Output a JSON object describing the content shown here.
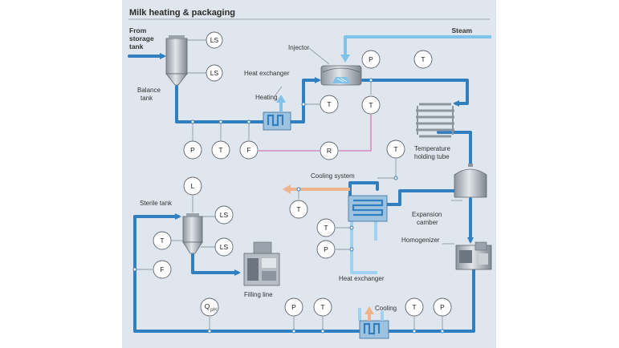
{
  "title": "Milk heating & packaging",
  "labels": {
    "from_storage": [
      "From",
      "storage",
      "tank"
    ],
    "steam": "Steam",
    "balance_tank": [
      "Balance",
      "tank"
    ],
    "heat_exchanger_top": "Heat exchanger",
    "heating": "Heating",
    "injector": "Injector",
    "temperature_holding_tube": [
      "Temperature",
      "holding tube"
    ],
    "cooling_system": "Cooling system",
    "expansion_camber": [
      "Expansion",
      "camber"
    ],
    "homogenizer": "Homogenizer",
    "sterile_tank": "Sterile tank",
    "filling_line": "Filling line",
    "heat_exchanger_bottom": "Heat exchanger",
    "cooling": "Cooling"
  },
  "instruments": {
    "ls": "LS",
    "p": "P",
    "t": "T",
    "f": "F",
    "r": "R",
    "l": "L",
    "q": "Q",
    "q_sub": "pH"
  },
  "colors": {
    "panel": "#dfe6ee",
    "pipe": "#2f7fc1",
    "steam_pipe": "#7fc3ea",
    "cooling_pipe": "#9fd2ee",
    "signal": "#d45aa0",
    "hot": "#f0b48c",
    "vessel": "#b8bec6"
  }
}
